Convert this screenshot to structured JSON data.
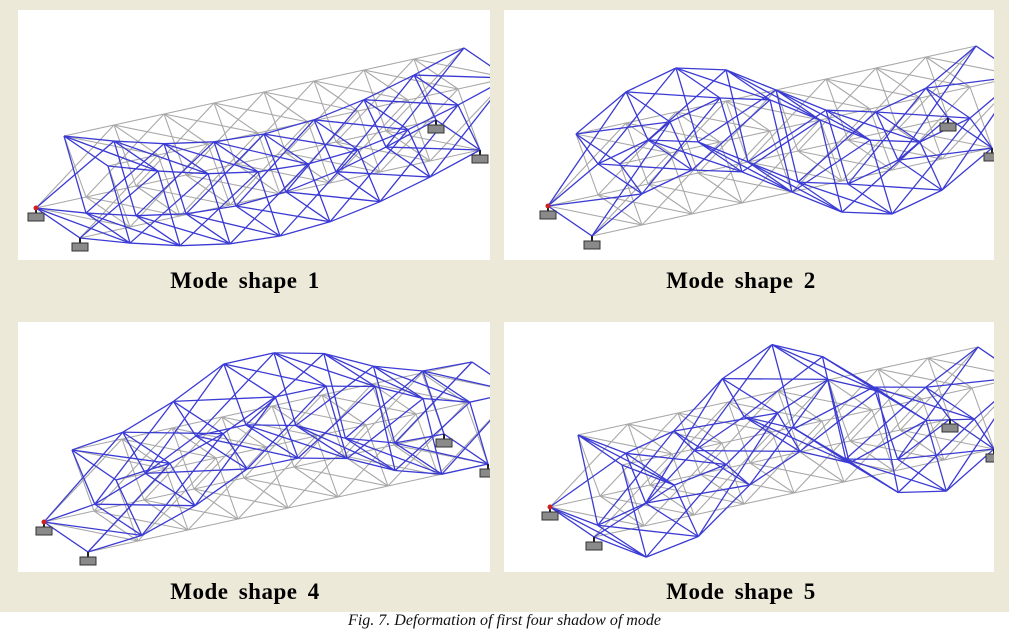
{
  "figure": {
    "panels": [
      {
        "label": "Mode shape 1",
        "mode": 1
      },
      {
        "label": "Mode shape 2",
        "mode": 2
      },
      {
        "label": "Mode shape 4",
        "mode": 4
      },
      {
        "label": "Mode shape 5",
        "mode": 5
      }
    ],
    "caption": "Fig. 7. Deformation of first four shadow of mode",
    "colors": {
      "undeformed": "#a8a8a8",
      "deformed": "#3b3bd4",
      "support": "#8a8a8a",
      "pin": "#cc2222",
      "background": "#ece9d8"
    }
  }
}
